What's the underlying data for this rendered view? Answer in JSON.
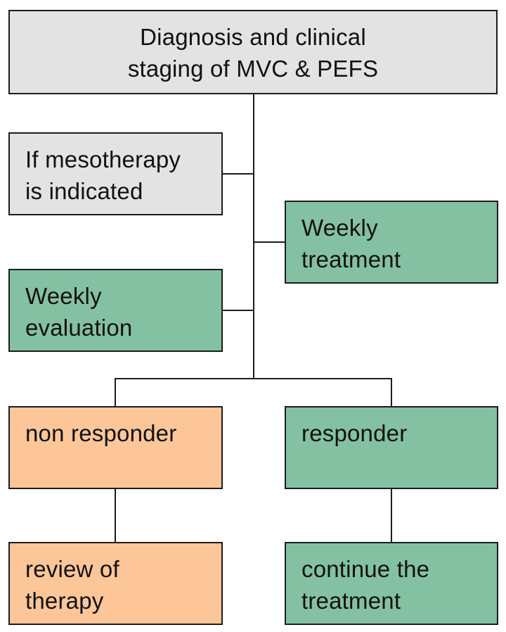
{
  "nodes": {
    "top": {
      "lines": [
        "Diagnosis and clinical",
        "staging of MVC & PEFS"
      ],
      "color": "#e3e3e3"
    },
    "meso": {
      "lines": [
        "If mesotherapy",
        "is indicated"
      ],
      "color": "#e3e3e3"
    },
    "wtreat": {
      "lines": [
        "Weekly",
        "treatment"
      ],
      "color": "#84c1a3"
    },
    "weval": {
      "lines": [
        "Weekly",
        "evaluation"
      ],
      "color": "#84c1a3"
    },
    "nonresp": {
      "lines": [
        "non responder"
      ],
      "color": "#fdc698"
    },
    "resp": {
      "lines": [
        "responder"
      ],
      "color": "#84c1a3"
    },
    "review": {
      "lines": [
        "review of",
        "therapy"
      ],
      "color": "#fdc698"
    },
    "continue": {
      "lines": [
        "continue the",
        "treatment"
      ],
      "color": "#84c1a3"
    }
  },
  "edges": [
    {
      "from": "top",
      "to": "meso"
    },
    {
      "from": "top",
      "to": "wtreat"
    },
    {
      "from": "top",
      "to": "weval"
    },
    {
      "from": "top",
      "to": "nonresp"
    },
    {
      "from": "top",
      "to": "resp"
    },
    {
      "from": "nonresp",
      "to": "review"
    },
    {
      "from": "resp",
      "to": "continue"
    }
  ]
}
